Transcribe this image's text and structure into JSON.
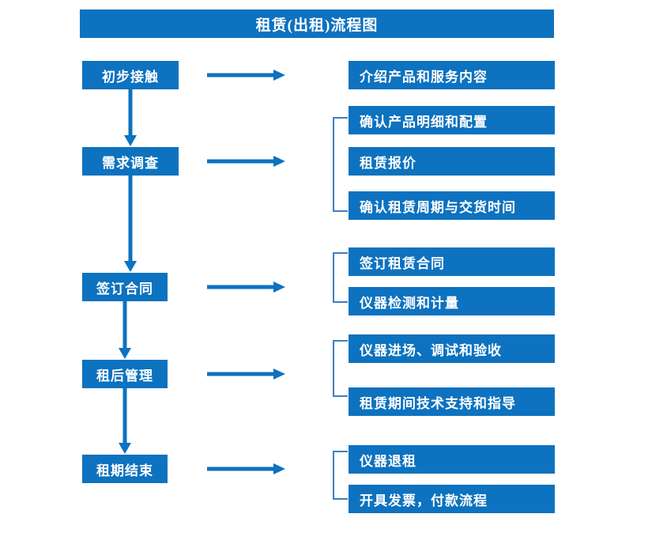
{
  "diagram": {
    "title": "租赁(出租)流程图",
    "colors": {
      "box_fill": "#0d72bf",
      "box_text": "#ffffff",
      "arrow": "#0d72bf",
      "bracket": "#3f7fc1",
      "background": "#ffffff"
    },
    "stages": [
      {
        "id": "stage-1",
        "label": "初步接触"
      },
      {
        "id": "stage-2",
        "label": "需求调查"
      },
      {
        "id": "stage-3",
        "label": "签订合同"
      },
      {
        "id": "stage-4",
        "label": "租后管理"
      },
      {
        "id": "stage-5",
        "label": "租期结束"
      }
    ],
    "groups": [
      {
        "id": "group-1",
        "stage": "初步接触",
        "bracketed": false,
        "items": [
          {
            "label": "介绍产品和服务内容"
          }
        ]
      },
      {
        "id": "group-2",
        "stage": "需求调查",
        "bracketed": true,
        "items": [
          {
            "label": "确认产品明细和配置"
          },
          {
            "label": "租赁报价"
          },
          {
            "label": "确认租赁周期与交货时间"
          }
        ]
      },
      {
        "id": "group-3",
        "stage": "签订合同",
        "bracketed": true,
        "items": [
          {
            "label": "签订租赁合同"
          },
          {
            "label": "仪器检测和计量"
          }
        ]
      },
      {
        "id": "group-4",
        "stage": "租后管理",
        "bracketed": true,
        "items": [
          {
            "label": "仪器进场、调试和验收"
          },
          {
            "label": "租赁期间技术支持和指导"
          }
        ]
      },
      {
        "id": "group-5",
        "stage": "租期结束",
        "bracketed": true,
        "items": [
          {
            "label": "仪器退租"
          },
          {
            "label": "开具发票，付款流程"
          }
        ]
      }
    ],
    "connectors": {
      "down_arrow_icon": "arrow-down-icon",
      "right_arrow_icon": "arrow-right-icon",
      "bracket_icon": "group-bracket-icon"
    }
  }
}
